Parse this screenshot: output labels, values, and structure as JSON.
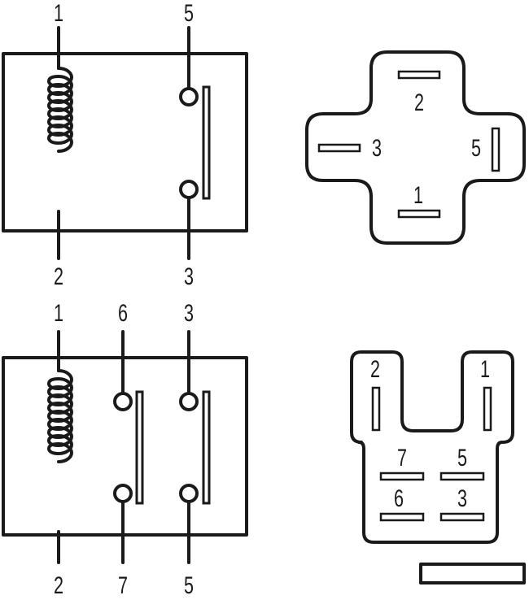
{
  "relay_a": {
    "terminals": {
      "top_left": "1",
      "top_right": "5",
      "bottom_left": "2",
      "bottom_right": "3"
    }
  },
  "connector_a": {
    "pins": {
      "top": "2",
      "left": "3",
      "right": "5",
      "bottom": "1"
    }
  },
  "relay_b": {
    "terminals": {
      "top_left": "1",
      "top_mid": "6",
      "top_right": "3",
      "bottom_left": "2",
      "bottom_mid": "7",
      "bottom_right": "5"
    }
  },
  "connector_b": {
    "pins": {
      "left_tab": "2",
      "right_tab": "1",
      "row1_left": "7",
      "row1_right": "5",
      "row2_left": "6",
      "row2_right": "3"
    }
  }
}
